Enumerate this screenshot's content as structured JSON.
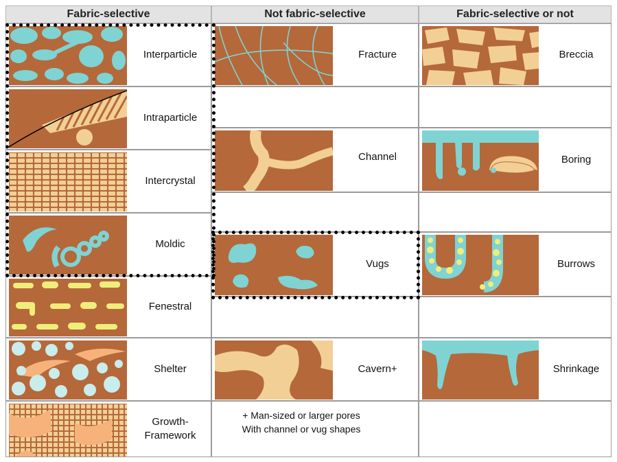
{
  "columns": {
    "fabric_selective": "Fabric-selective",
    "not_fabric_selective": "Not fabric-selective",
    "either": "Fabric-selective or not"
  },
  "fabric_selective": {
    "interparticle": "Interparticle",
    "intraparticle": "Intraparticle",
    "intercrystal": "Intercrystal",
    "moldic": "Moldic",
    "fenestral": "Fenestral",
    "shelter": "Shelter",
    "growth_framework": "Growth-\nFramework"
  },
  "not_fabric_selective": {
    "fracture": "Fracture",
    "channel": "Channel",
    "vugs": "Vugs",
    "cavern": "Cavern+",
    "note_line1": "+ Man-sized or larger pores",
    "note_line2": "With channel or vug shapes"
  },
  "either": {
    "breccia": "Breccia",
    "boring": "Boring",
    "burrows": "Burrows",
    "shrinkage": "Shrinkage"
  },
  "colors": {
    "matrix": "#b5683a",
    "pore": "#7fd3d3",
    "grain": "#f2cf95",
    "yellow": "#f0ee7a",
    "peach": "#f6b27a",
    "light_blue": "#c9ecec"
  }
}
